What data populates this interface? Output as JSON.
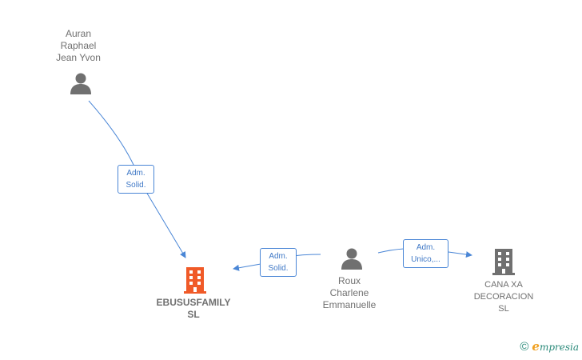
{
  "nodes": {
    "person_auran": {
      "lines": [
        "Auran",
        "Raphael",
        "Jean Yvon"
      ],
      "icon": "person-icon"
    },
    "person_roux": {
      "lines": [
        "Roux",
        "Charlene",
        "Emmanuelle"
      ],
      "icon": "person-icon"
    },
    "company_ebusus": {
      "lines": [
        "EBUSUSFAMILY",
        "SL"
      ],
      "icon": "building-icon",
      "color": "#f05a28"
    },
    "company_cana": {
      "lines": [
        "CANA XA",
        "DECORACION",
        "SL"
      ],
      "icon": "building-icon",
      "color": "#707070"
    }
  },
  "edges": [
    {
      "id": "auran-to-ebusus",
      "lines": [
        "Adm.",
        "Solid."
      ]
    },
    {
      "id": "roux-to-ebusus",
      "lines": [
        "Adm.",
        "Solid."
      ]
    },
    {
      "id": "roux-to-cana",
      "lines": [
        "Adm.",
        "Unico,..."
      ]
    }
  ],
  "colors": {
    "edge": "#4a86d6",
    "text": "#707070",
    "highlight": "#f05a28"
  },
  "brand": {
    "symbol": "©",
    "first_letter": "e",
    "rest": "mpresia"
  }
}
